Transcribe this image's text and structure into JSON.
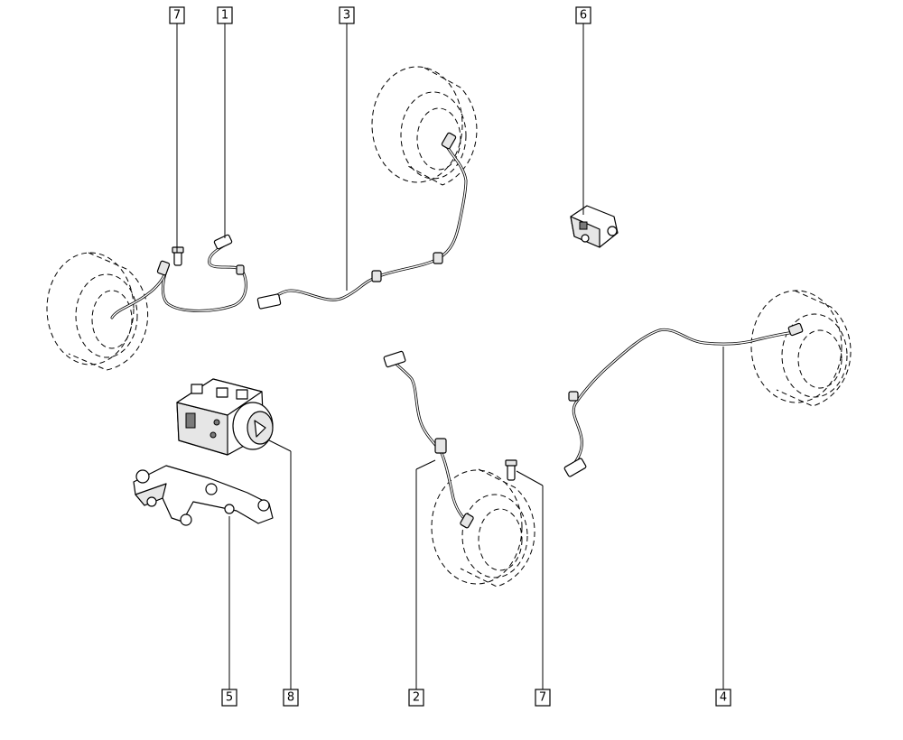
{
  "callouts": [
    {
      "id": "c-top-7",
      "label": "7"
    },
    {
      "id": "c-top-1",
      "label": "1"
    },
    {
      "id": "c-top-3",
      "label": "3"
    },
    {
      "id": "c-top-6",
      "label": "6"
    },
    {
      "id": "c-bot-5",
      "label": "5"
    },
    {
      "id": "c-bot-8",
      "label": "8"
    },
    {
      "id": "c-bot-2",
      "label": "2"
    },
    {
      "id": "c-bot-7",
      "label": "7"
    },
    {
      "id": "c-bot-4",
      "label": "4"
    }
  ]
}
